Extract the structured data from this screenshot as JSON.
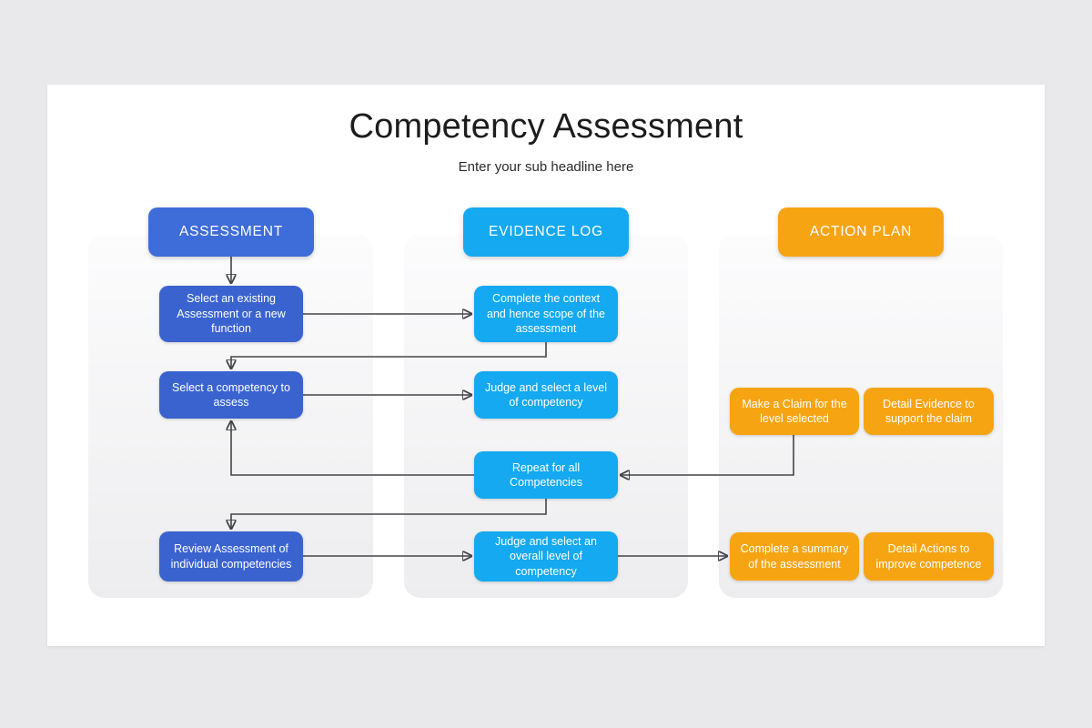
{
  "title": "Competency Assessment",
  "subtitle": "Enter your sub headline here",
  "colors": {
    "assessment_blue": "#3A63D0",
    "assessment_header_blue": "#3E6CD9",
    "evidence_cyan": "#14A9F0",
    "action_orange": "#F7A413",
    "connector_gray": "#434549",
    "page_background": "#E9E9EB",
    "card_background": "#FFFFFF"
  },
  "columns": [
    {
      "id": "assessment",
      "header": "ASSESSMENT",
      "boxes": [
        {
          "id": "select-existing-assessment",
          "label": "Select an existing Assessment or a new function"
        },
        {
          "id": "select-competency",
          "label": "Select a competency to assess"
        },
        {
          "id": "review-assessment",
          "label": "Review Assessment of individual competencies"
        }
      ]
    },
    {
      "id": "evidence-log",
      "header": "EVIDENCE LOG",
      "boxes": [
        {
          "id": "complete-context",
          "label": "Complete the context and hence scope of the assessment"
        },
        {
          "id": "judge-level",
          "label": "Judge and select a level of competency"
        },
        {
          "id": "repeat-all",
          "label": "Repeat for all Competencies"
        },
        {
          "id": "judge-overall",
          "label": "Judge and select an overall level of competency"
        }
      ]
    },
    {
      "id": "action-plan",
      "header": "ACTION PLAN",
      "boxes": [
        {
          "id": "make-claim",
          "label": "Make a Claim for the level selected"
        },
        {
          "id": "detail-evidence",
          "label": "Detail Evidence to support the claim"
        },
        {
          "id": "complete-summary",
          "label": "Complete a summary of the assessment"
        },
        {
          "id": "detail-actions",
          "label": "Detail Actions to improve competence"
        }
      ]
    }
  ],
  "connections": [
    {
      "from": "assessment-header",
      "to": "select-existing-assessment"
    },
    {
      "from": "select-existing-assessment",
      "to": "complete-context"
    },
    {
      "from": "complete-context",
      "to": "select-competency"
    },
    {
      "from": "select-competency",
      "to": "judge-level"
    },
    {
      "from": "repeat-all",
      "to": "select-competency"
    },
    {
      "from": "make-claim",
      "to": "repeat-all"
    },
    {
      "from": "repeat-all",
      "to": "review-assessment"
    },
    {
      "from": "review-assessment",
      "to": "judge-overall"
    },
    {
      "from": "judge-overall",
      "to": "complete-summary"
    }
  ]
}
